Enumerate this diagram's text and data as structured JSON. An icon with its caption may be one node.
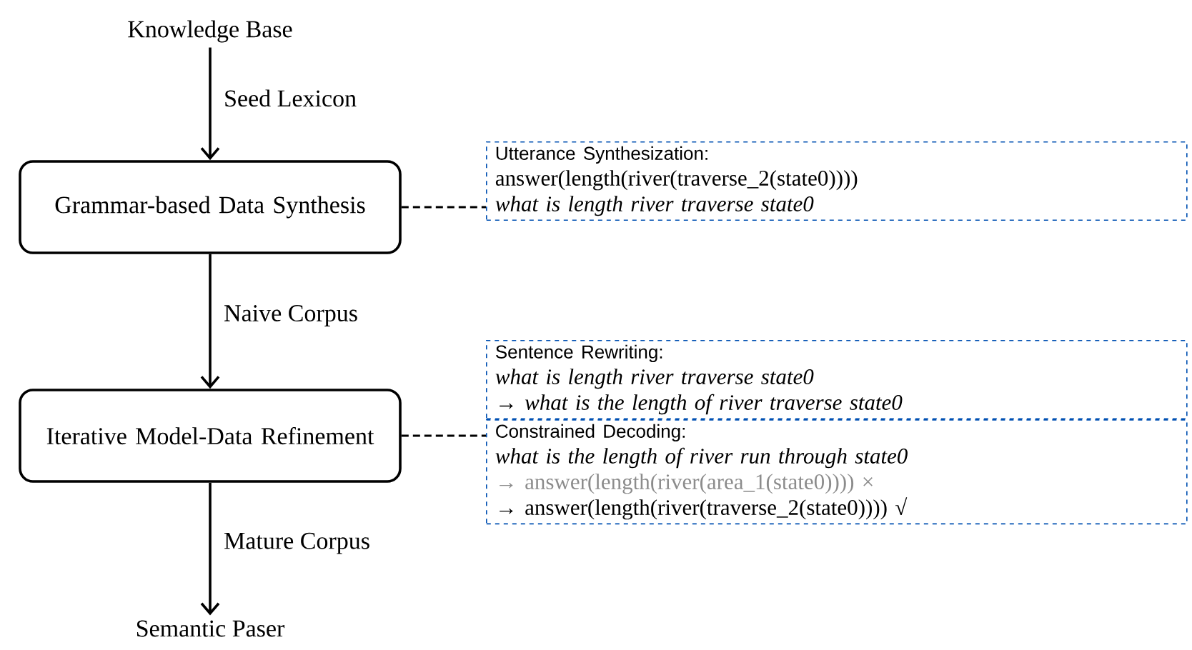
{
  "diagram": {
    "nodes": [
      {
        "text": [
          "Knowledge Base"
        ]
      },
      {
        "text": [
          "Grammar-based Data Synthesis"
        ]
      },
      {
        "text": [
          "Iterative Model-Data Refinement"
        ]
      },
      {
        "text": [
          "Semantic Paser"
        ]
      },
      {
        "text": [
          "Utterance Synthesization:",
          "answer(length(river(traverse_2(state0))))",
          "what is length river traverse state0"
        ]
      },
      {
        "text": [
          "Sentence Rewriting:",
          "what is length river traverse state0",
          "→ *what is the length of river traverse state0*"
        ]
      },
      {
        "text": [
          "Constrained Decoding:",
          "what is the length of river run through state0",
          "→ answer(length(river(area_1(state0)))) ×",
          "→ answer(length(river(traverse_2(state0)))) √"
        ]
      }
    ],
    "edges": [
      {
        "from": 0,
        "to": 1,
        "arrow": "to",
        "label": "Seed Lexicon"
      },
      {
        "from": 1,
        "to": 2,
        "arrow": "to",
        "label": "Naive Corpus"
      },
      {
        "from": 2,
        "to": 3,
        "arrow": "to",
        "label": "Mature Corpus"
      },
      {
        "from": 1,
        "to": 4,
        "arrow": "none",
        "style": "dashed"
      },
      {
        "from": 2,
        "to": 5,
        "arrow": "none",
        "style": "dashed"
      }
    ]
  }
}
